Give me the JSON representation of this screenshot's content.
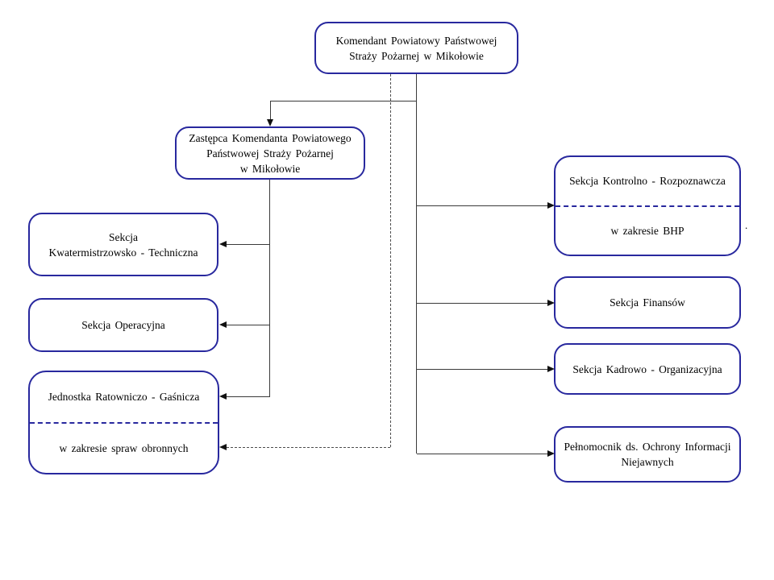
{
  "colors": {
    "box_border": "#28289E",
    "connector": "#3a3a3a",
    "dashed_connector": "#4d4d4d",
    "internal_divider": "#28289E"
  },
  "nodes": {
    "commander": {
      "lines": [
        "Komendant Powiatowy Państwowej",
        "Straży Pożarnej w Mikołowie"
      ]
    },
    "deputy": {
      "lines": [
        "Zastępca Komendanta Powiatowego",
        "Państwowej Straży Pożarnej",
        "w Mikołowie"
      ]
    },
    "quartermaster": {
      "lines": [
        "Sekcja",
        "Kwatermistrzowsko - Techniczna"
      ]
    },
    "operations": {
      "lines": [
        "Sekcja Operacyjna"
      ]
    },
    "rescue": {
      "title": "Jednostka Ratowniczo - Gaśnicza",
      "subtitle": "w zakresie spraw obronnych"
    },
    "control": {
      "title": "Sekcja Kontrolno - Rozpoznawcza",
      "subtitle": "w zakresie BHP"
    },
    "finance": {
      "lines": [
        "Sekcja Finansów"
      ]
    },
    "hr": {
      "lines": [
        "Sekcja Kadrowo - Organizacyjna"
      ]
    },
    "security": {
      "lines": [
        "Pełnomocnik ds. Ochrony Informacji",
        "Niejawnych"
      ]
    }
  },
  "stray_mark": "."
}
